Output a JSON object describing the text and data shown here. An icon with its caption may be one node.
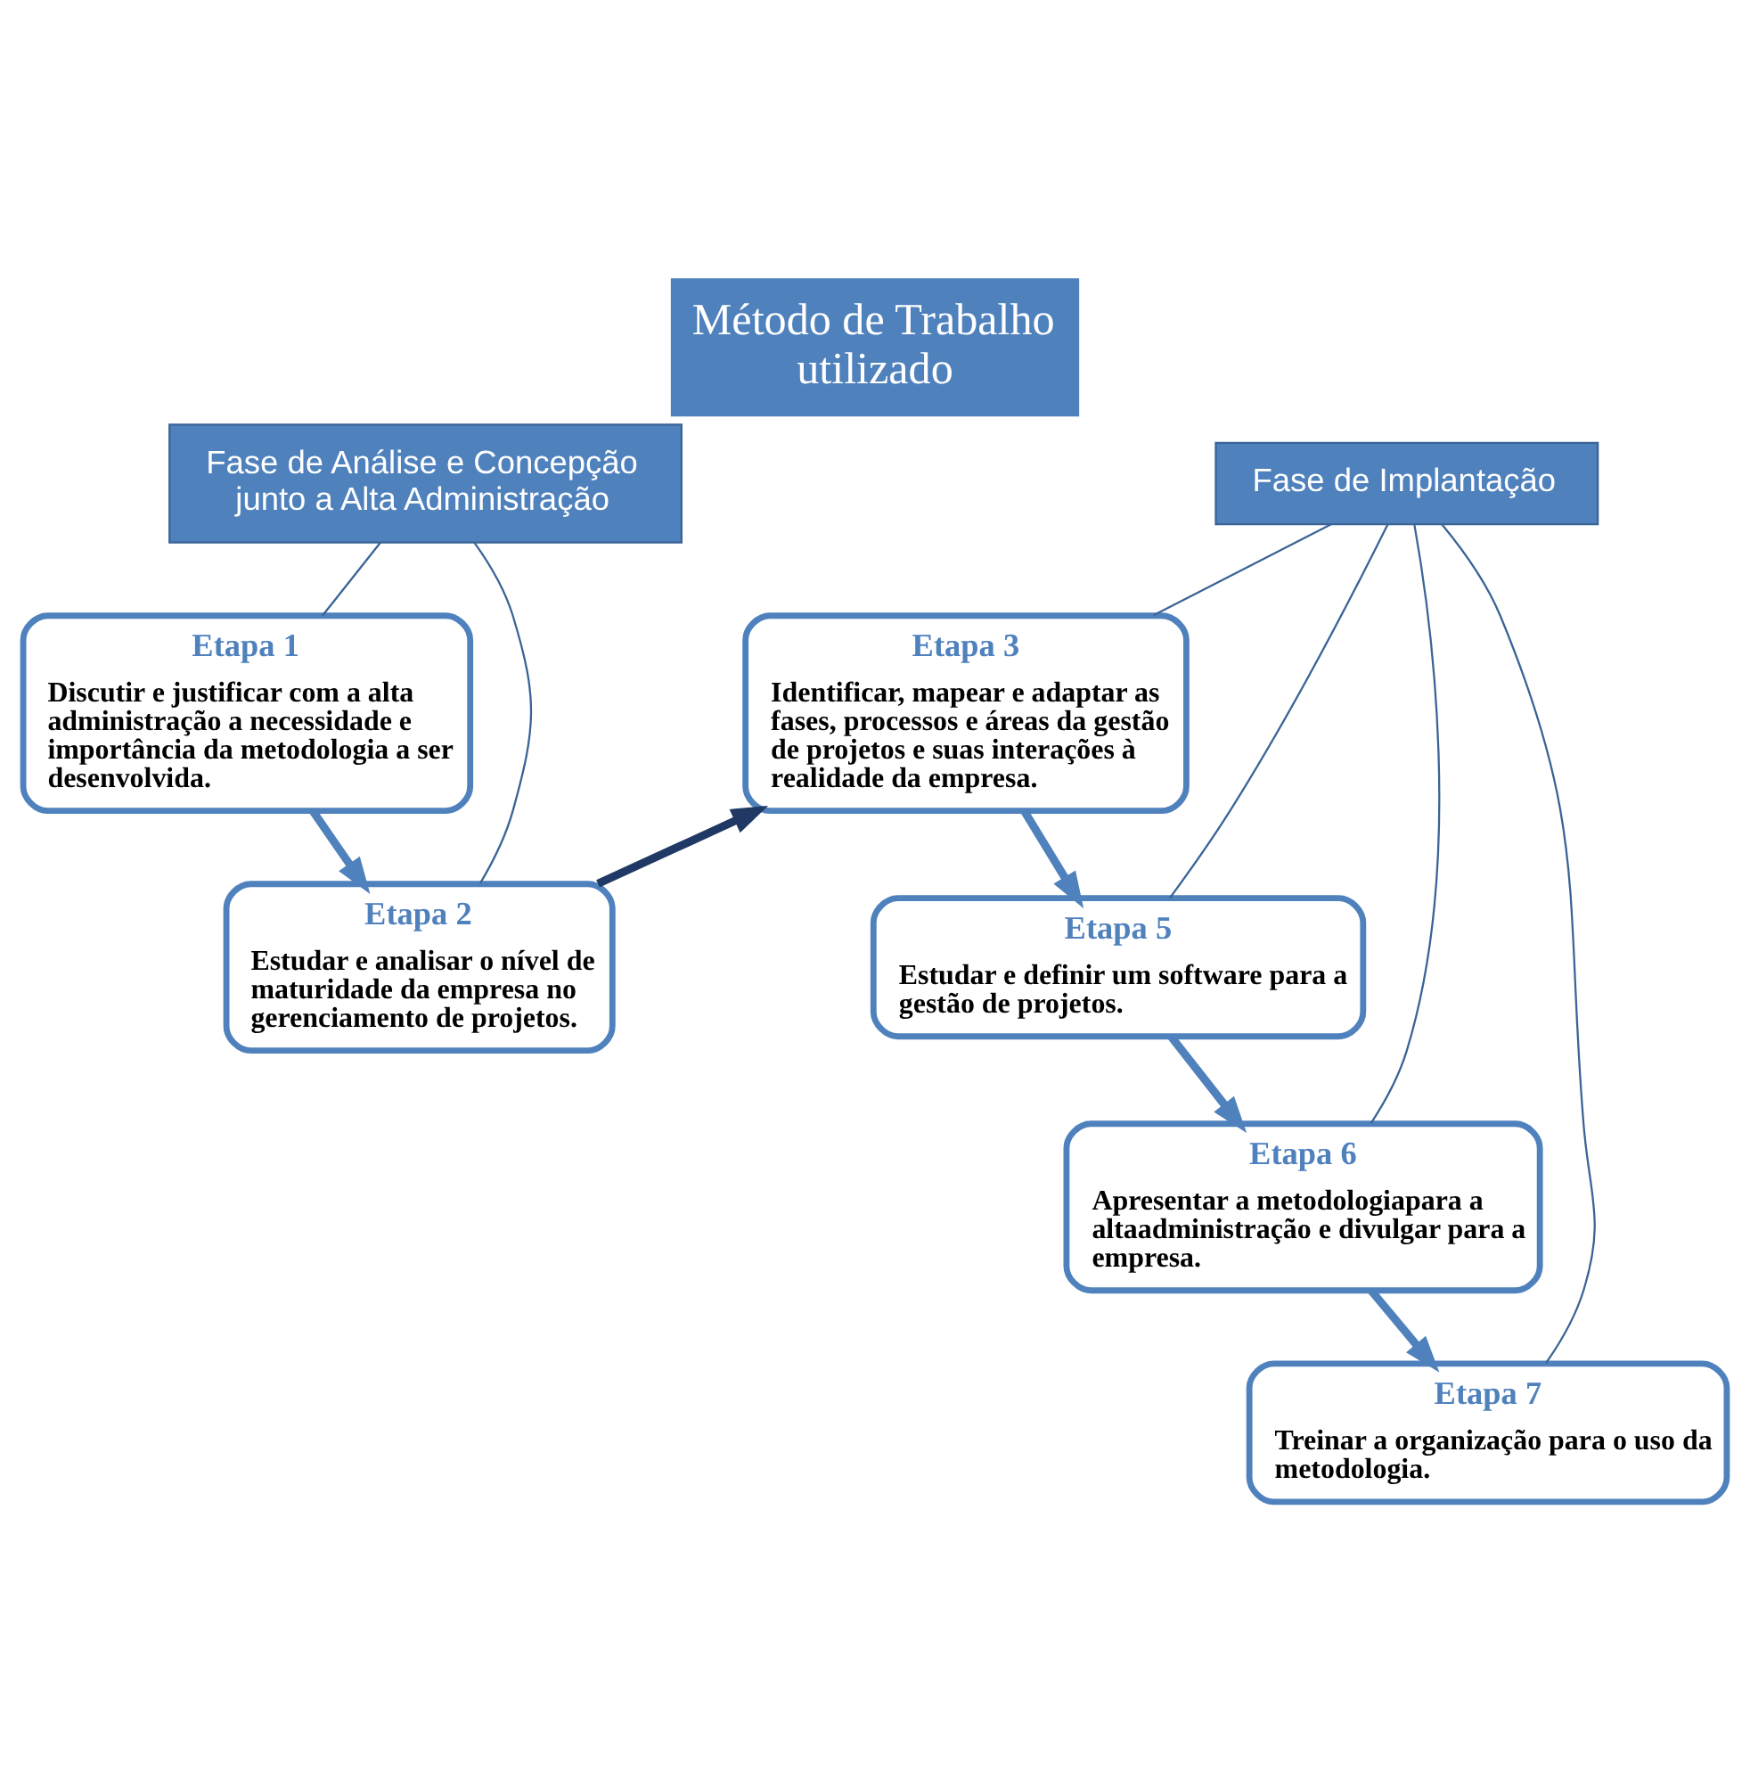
{
  "diagram": {
    "title": "Método de Trabalho utilizado",
    "nodes": [
      {
        "text": [
          "Fase de Análise e Concepção junto a Alta Administração"
        ]
      },
      {
        "text": [
          "Fase de Implantação"
        ]
      },
      {
        "text": [
          "Etapa 1",
          "Discutir e justificar com a alta administração a necessidade e importância da metodologia a ser desenvolvida."
        ]
      },
      {
        "text": [
          "Etapa 2",
          "Estudar e analisar o nível de maturidade da empresa no gerenciamento de projetos."
        ]
      },
      {
        "text": [
          "Etapa 3",
          "Identificar, mapear e adaptar as fases, processos e áreas da gestão de projetos e suas interações à realidade da empresa."
        ]
      },
      {
        "text": [
          "Etapa 5",
          "Estudar e definir um software para a gestão de projetos."
        ]
      },
      {
        "text": [
          "Etapa 6",
          "Apresentar a metodologiapara a altaadministração e divulgar para a empresa."
        ]
      },
      {
        "text": [
          "Etapa 7",
          "Treinar a organização para o uso da metodologia."
        ]
      }
    ],
    "edges": [
      {
        "from": 0,
        "to": 2,
        "arrow": "none"
      },
      {
        "from": 0,
        "to": 3,
        "arrow": "none"
      },
      {
        "from": 1,
        "to": 4,
        "arrow": "none"
      },
      {
        "from": 1,
        "to": 5,
        "arrow": "none"
      },
      {
        "from": 1,
        "to": 6,
        "arrow": "none"
      },
      {
        "from": 1,
        "to": 7,
        "arrow": "none"
      },
      {
        "from": 2,
        "to": 3,
        "arrow": "to",
        "style": "thick",
        "color": "#4f81bd"
      },
      {
        "from": 3,
        "to": 4,
        "arrow": "to",
        "style": "thick",
        "color": "#1f3864"
      },
      {
        "from": 4,
        "to": 5,
        "arrow": "to",
        "style": "thick",
        "color": "#4f81bd"
      },
      {
        "from": 5,
        "to": 6,
        "arrow": "to",
        "style": "thick",
        "color": "#4f81bd"
      },
      {
        "from": 6,
        "to": 7,
        "arrow": "to",
        "style": "thick",
        "color": "#4f81bd"
      }
    ]
  }
}
